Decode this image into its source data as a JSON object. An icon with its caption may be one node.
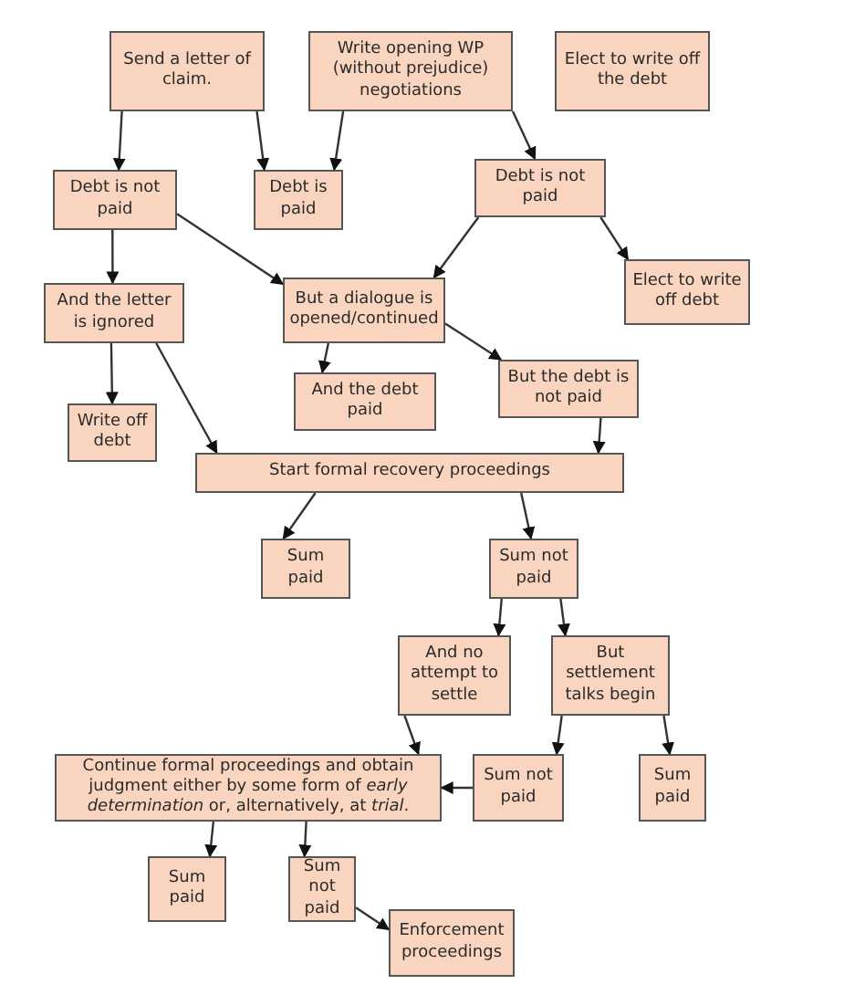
{
  "diagram": {
    "nodes": [
      {
        "text": [
          "Send a letter of claim."
        ]
      },
      {
        "text": [
          "Write opening WP (without prejudice) negotiations"
        ]
      },
      {
        "text": [
          "Elect to write off the debt"
        ]
      },
      {
        "text": [
          "Debt is not paid"
        ]
      },
      {
        "text": [
          "Debt is paid"
        ]
      },
      {
        "text": [
          "Debt is not paid"
        ]
      },
      {
        "text": [
          "And the letter is ignored"
        ]
      },
      {
        "text": [
          "But a dialogue is opened/continued"
        ]
      },
      {
        "text": [
          "Elect to write off debt"
        ]
      },
      {
        "text": [
          "Write off debt"
        ]
      },
      {
        "text": [
          "And the debt paid"
        ]
      },
      {
        "text": [
          "But the debt is not paid"
        ]
      },
      {
        "text": [
          "Start formal recovery proceedings"
        ]
      },
      {
        "text": [
          "Sum paid"
        ]
      },
      {
        "text": [
          "Sum not paid"
        ]
      },
      {
        "text": [
          "And no attempt to settle"
        ]
      },
      {
        "text": [
          "But settlement talks begin"
        ]
      },
      {
        "text": [
          "Continue formal proceedings and obtain judgment either by some form of *early determination* or, alternatively, at *trial*."
        ]
      },
      {
        "text": [
          "Sum not paid"
        ]
      },
      {
        "text": [
          "Sum paid"
        ]
      },
      {
        "text": [
          "Sum paid"
        ]
      },
      {
        "text": [
          "Sum not paid"
        ]
      },
      {
        "text": [
          "Enforcement proceedings"
        ]
      }
    ],
    "edges": [
      {
        "from": 0,
        "to": 3,
        "arrow": "to"
      },
      {
        "from": 0,
        "to": 4,
        "arrow": "to"
      },
      {
        "from": 1,
        "to": 4,
        "arrow": "to"
      },
      {
        "from": 1,
        "to": 5,
        "arrow": "to"
      },
      {
        "from": 3,
        "to": 6,
        "arrow": "to"
      },
      {
        "from": 3,
        "to": 7,
        "arrow": "to"
      },
      {
        "from": 5,
        "to": 7,
        "arrow": "to"
      },
      {
        "from": 5,
        "to": 8,
        "arrow": "to"
      },
      {
        "from": 6,
        "to": 9,
        "arrow": "to"
      },
      {
        "from": 6,
        "to": 12,
        "arrow": "to"
      },
      {
        "from": 7,
        "to": 10,
        "arrow": "to"
      },
      {
        "from": 7,
        "to": 11,
        "arrow": "to"
      },
      {
        "from": 11,
        "to": 12,
        "arrow": "to"
      },
      {
        "from": 12,
        "to": 13,
        "arrow": "to"
      },
      {
        "from": 12,
        "to": 14,
        "arrow": "to"
      },
      {
        "from": 14,
        "to": 15,
        "arrow": "to"
      },
      {
        "from": 14,
        "to": 16,
        "arrow": "to"
      },
      {
        "from": 15,
        "to": 17,
        "arrow": "to"
      },
      {
        "from": 16,
        "to": 18,
        "arrow": "to"
      },
      {
        "from": 16,
        "to": 19,
        "arrow": "to"
      },
      {
        "from": 18,
        "to": 17,
        "arrow": "to"
      },
      {
        "from": 17,
        "to": 20,
        "arrow": "to"
      },
      {
        "from": 17,
        "to": 21,
        "arrow": "to"
      },
      {
        "from": 21,
        "to": 22,
        "arrow": "to"
      }
    ]
  }
}
